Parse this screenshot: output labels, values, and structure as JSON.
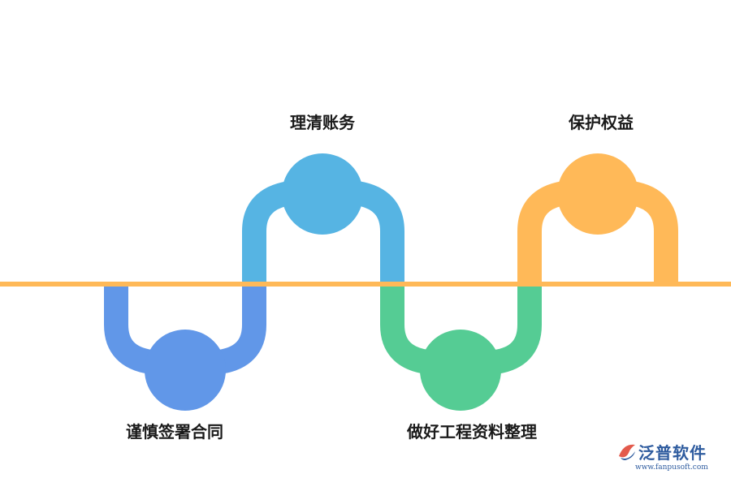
{
  "steps": [
    {
      "label": "谨慎签署合同",
      "color": "#6197e8"
    },
    {
      "label": "理清账务",
      "color": "#56b4e3"
    },
    {
      "label": "做好工程资料整理",
      "color": "#55cc94"
    },
    {
      "label": "保护权益",
      "color": "#ffb958"
    }
  ],
  "baseline_color": "#ffb958",
  "brand": {
    "name": "泛普软件",
    "url": "www.fanpusoft.com",
    "color": "#2f5c9f"
  }
}
